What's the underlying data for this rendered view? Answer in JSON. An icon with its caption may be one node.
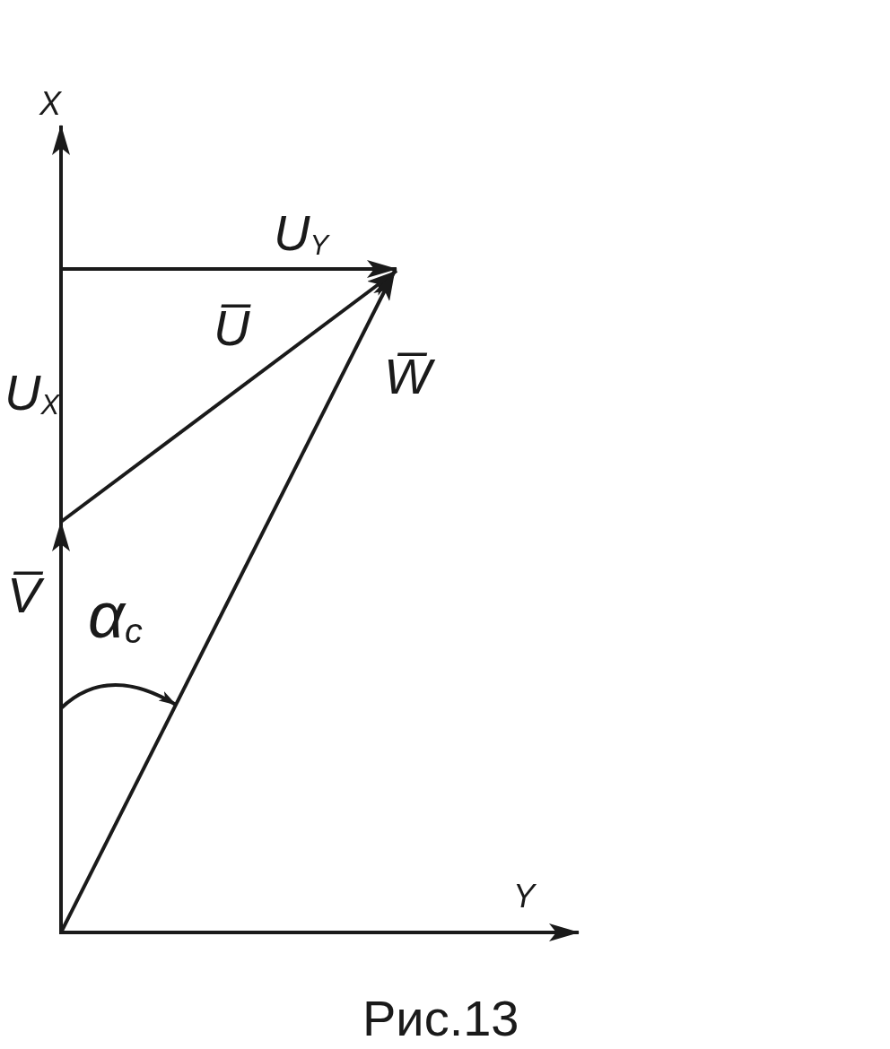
{
  "diagram": {
    "caption": "Рис.13",
    "labels": [
      "X",
      "U$_{Y}$",
      "U̅",
      "U$_{X}$",
      "W̅",
      "V̅",
      "α$_{c}$",
      "Y"
    ]
  }
}
